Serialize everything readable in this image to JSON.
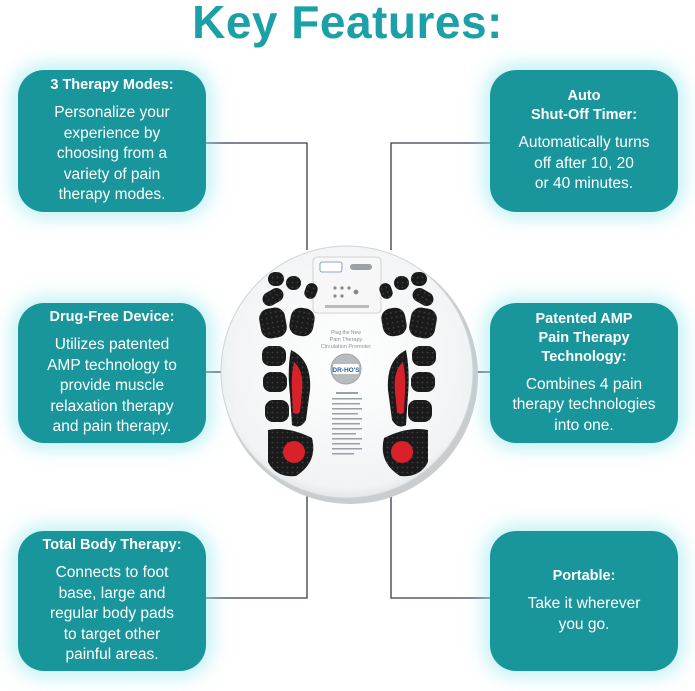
{
  "title": "Key Features:",
  "colors": {
    "accent": "#19969c",
    "title": "#1aa0a6",
    "pad_black": "#1a1a1a",
    "pad_red": "#d8212a"
  },
  "features": {
    "therapy_modes": {
      "heading": "3 Therapy Modes:",
      "text": "Personalize your\nexperience by\nchoosing from a\nvariety of pain\ntherapy modes."
    },
    "auto_shutoff": {
      "heading": "Auto\nShut-Off Timer:",
      "text": "Automatically turns\noff after 10, 20\nor 40 minutes."
    },
    "drug_free": {
      "heading": "Drug-Free Device:",
      "text": "Utilizes patented\nAMP technology to\nprovide muscle\nrelaxation therapy\nand pain therapy."
    },
    "patented_amp": {
      "heading": "Patented AMP\nPain Therapy\nTechnology:",
      "text": "Combines 4 pain\ntherapy technologies\ninto one."
    },
    "total_body": {
      "heading": "Total Body Therapy:",
      "text": "Connects to foot\nbase, large and\nregular body pads\nto target other\npainful areas."
    },
    "portable": {
      "heading": "Portable:",
      "text": "Take it wherever\nyou go."
    }
  },
  "device": {
    "brand": "DR-HO'S",
    "product_line1": "Pain Therapy",
    "product_line2": "Circulation Promoter"
  }
}
